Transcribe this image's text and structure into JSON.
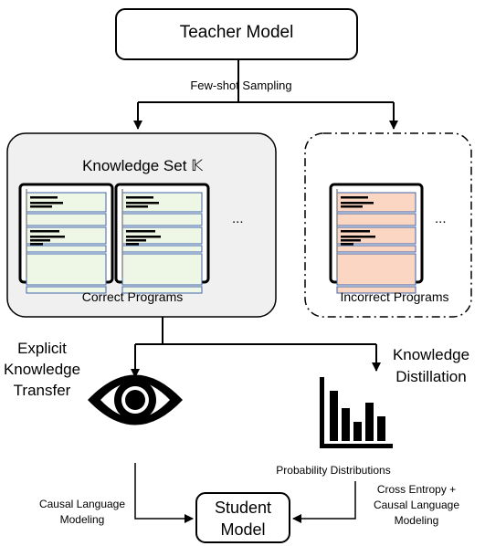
{
  "teacher": {
    "label": "Teacher Model"
  },
  "sampling": {
    "label": "Few-shot Sampling"
  },
  "knowledge_set": {
    "title": "Knowledge Set 𝕂",
    "caption": "Correct Programs",
    "ellipsis": "..."
  },
  "incorrect": {
    "caption": "Incorrect Programs",
    "ellipsis": "..."
  },
  "explicit": {
    "line1": "Explicit",
    "line2": "Knowledge",
    "line3": "Transfer"
  },
  "distill": {
    "line1": "Knowledge",
    "line2": "Distillation"
  },
  "prob": {
    "label": "Probability Distributions"
  },
  "causal_left": {
    "line1": "Causal Language",
    "line2": "Modeling"
  },
  "causal_right": {
    "line1": "Cross Entropy +",
    "line2": "Causal Language",
    "line3": "Modeling"
  },
  "student": {
    "line1": "Student",
    "line2": "Model"
  },
  "colors": {
    "correct_fill": "#eef6e6",
    "incorrect_fill": "#fbd6c2",
    "panel_fill": "#f0f0f0",
    "block_border": "#3f66a8"
  }
}
